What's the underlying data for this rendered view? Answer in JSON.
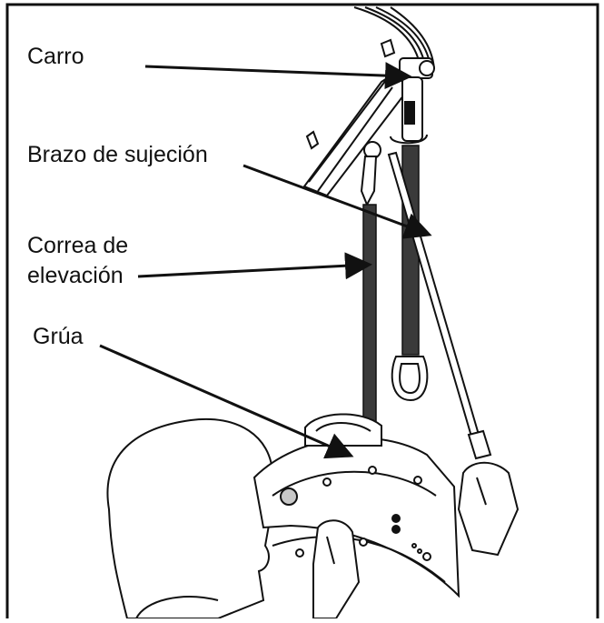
{
  "labels": {
    "carro": "Carro",
    "brazo": "Brazo de sujeción",
    "correa_line1": "Correa de",
    "correa_line2": "elevación",
    "grua": "Grúa"
  },
  "colors": {
    "ink": "#111111",
    "strap": "#3a3a3a",
    "background": "#ffffff",
    "indicator_grey": "#c8c8c8"
  }
}
